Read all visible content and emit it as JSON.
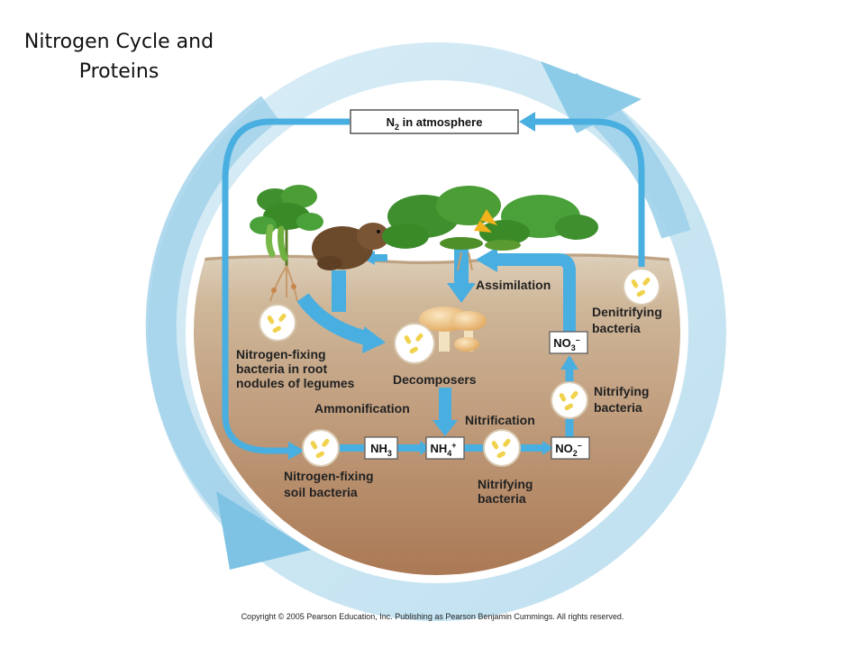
{
  "slide": {
    "title_line1": "Nitrogen Cycle and",
    "title_line2": "Proteins"
  },
  "diagram": {
    "atmosphere": {
      "main": "N",
      "sub": "2",
      "rest": " in atmosphere"
    },
    "labels": {
      "assimilation": "Assimilation",
      "denitrifying_line1": "Denitrifying",
      "denitrifying_line2": "bacteria",
      "nitrogen_fixing_root_line1": "Nitrogen-fixing",
      "nitrogen_fixing_root_line2": "bacteria in root",
      "nitrogen_fixing_root_line3": "nodules  of legumes",
      "decomposers": "Decomposers",
      "ammonification": "Ammonification",
      "nitrification": "Nitrification",
      "nitrifying_upper_line1": "Nitrifying",
      "nitrifying_upper_line2": "bacteria",
      "nitrifying_lower_line1": "Nitrifying",
      "nitrifying_lower_line2": "bacteria",
      "nitrogen_fixing_soil_line1": "Nitrogen-fixing",
      "nitrogen_fixing_soil_line2": "soil bacteria"
    },
    "compounds": {
      "nh3": {
        "main": "NH",
        "sub": "3",
        "sup": ""
      },
      "nh4": {
        "main": "NH",
        "sub": "4",
        "sup": "+"
      },
      "no2": {
        "main": "NO",
        "sub": "2",
        "sup": "–"
      },
      "no3": {
        "main": "NO",
        "sub": "3",
        "sup": "–"
      }
    },
    "colors": {
      "cycle_light": "#cfe6f2",
      "cycle_mid": "#8fcae6",
      "arrow": "#49aee0",
      "soil_top": "#d7c4a8",
      "soil_bottom": "#b07e5c"
    }
  },
  "footer": {
    "copyright": "Copyright © 2005 Pearson Education, Inc. Publishing as Pearson Benjamin Cummings. All rights reserved."
  }
}
